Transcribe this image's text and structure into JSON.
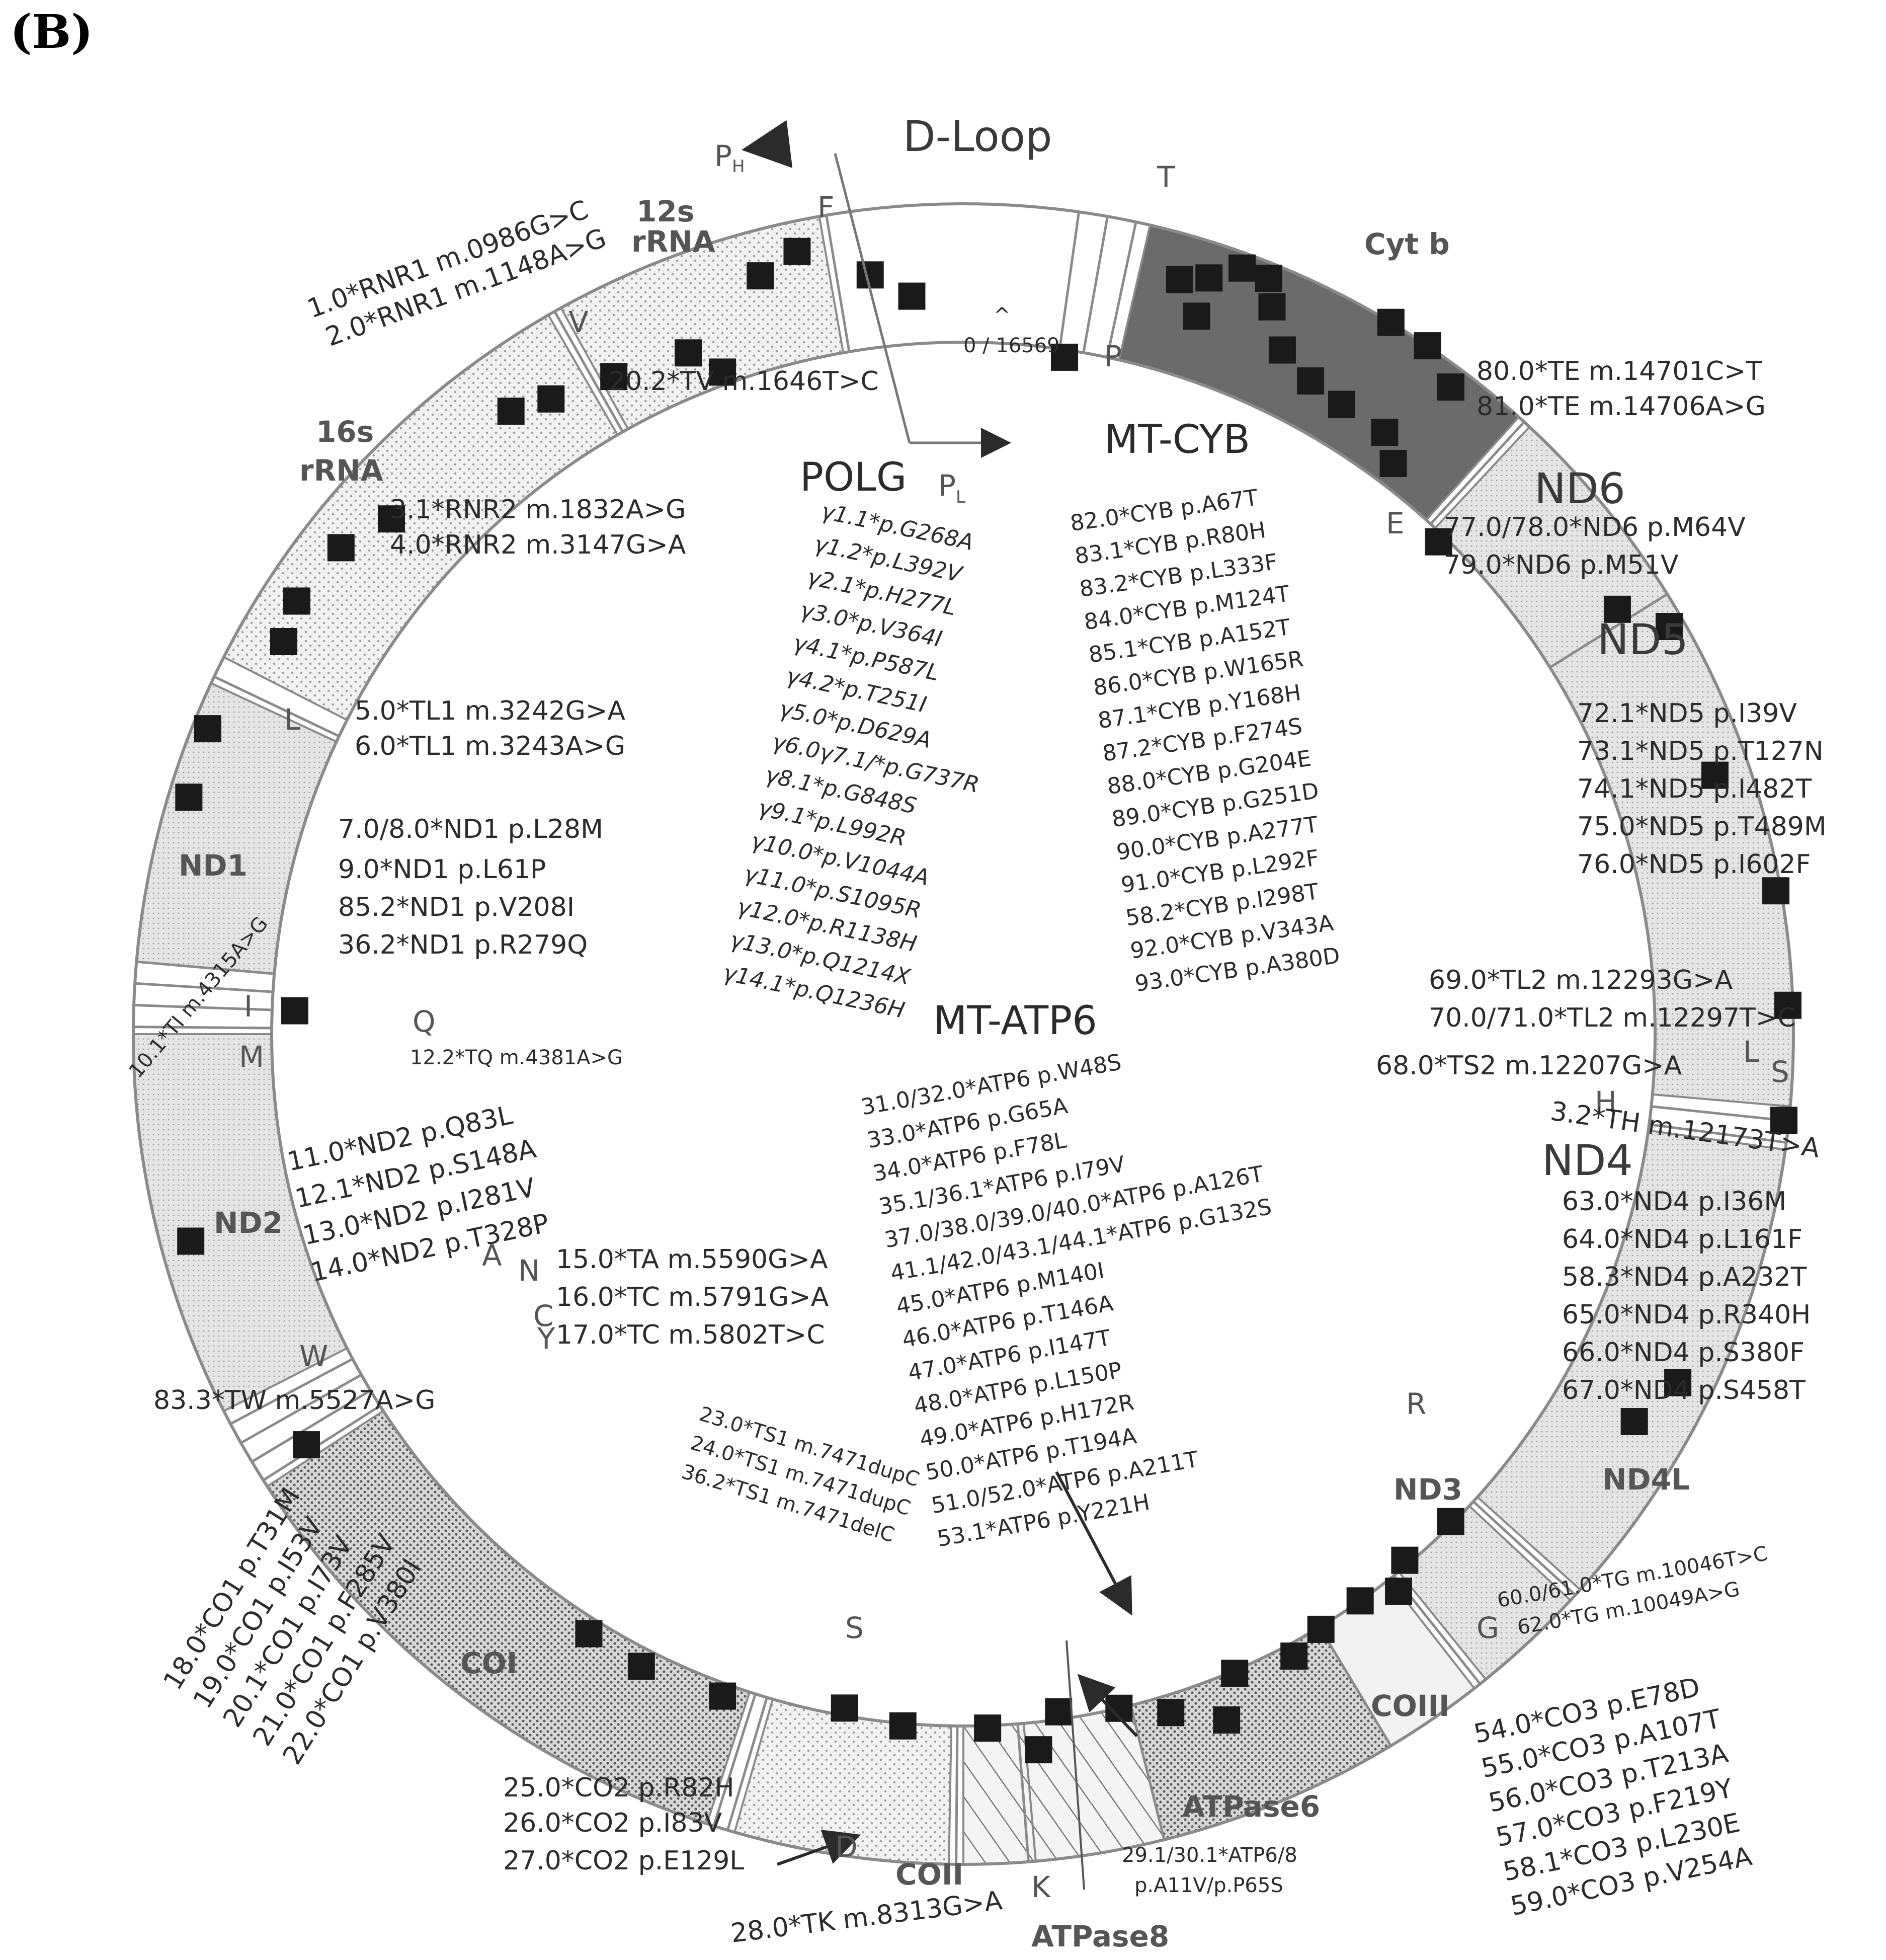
{
  "panel_label": "(B)",
  "regions": {
    "d_loop": "D-Loop",
    "rrna12_a": "12s",
    "rrna12_b": "rRNA",
    "rrna16_a": "16s",
    "rrna16_b": "rRNA",
    "nd1": "ND1",
    "nd2": "ND2",
    "coi": "COI",
    "coii": "COII",
    "atpase8": "ATPase8",
    "atpase6": "ATPase6",
    "coiii": "COIII",
    "nd3": "ND3",
    "nd4l": "ND4L",
    "nd4": "ND4",
    "nd5": "ND5",
    "nd6": "ND6",
    "cytb": "Cyt b"
  },
  "trna_letters": {
    "F": "F",
    "V": "V",
    "L1": "L",
    "I": "I",
    "Q": "Q",
    "M": "M",
    "W": "W",
    "A": "A",
    "N": "N",
    "C": "C",
    "Y": "Y",
    "S1": "S",
    "D": "D",
    "K": "K",
    "G": "G",
    "R": "R",
    "H": "H",
    "S2": "S",
    "L2": "L",
    "E": "E",
    "T": "T",
    "P": "P"
  },
  "origin": {
    "ph": "P",
    "ph_sub": "H",
    "pl": "P",
    "pl_sub": "L",
    "coord": "0 / 16569",
    "caret": "^"
  },
  "outer_annotations": {
    "rnr1": [
      "1.0*RNR1 m.0986G>C",
      "2.0*RNR1 m.1148A>G"
    ],
    "tv": "20.2*TV m.1646T>C",
    "rnr2": [
      "3.1*RNR2 m.1832A>G",
      "4.0*RNR2 m.3147G>A"
    ],
    "tl1": [
      "5.0*TL1 m.3242G>A",
      "6.0*TL1 m.3243A>G"
    ],
    "nd1": [
      "7.0/8.0*ND1 p.L28M",
      "9.0*ND1 p.L61P",
      "85.2*ND1 p.V208I",
      "36.2*ND1 p.R279Q"
    ],
    "ti": "10.1*TI m.4315A>G",
    "tq": "12.2*TQ m.4381A>G",
    "nd2": [
      "11.0*ND2 p.Q83L",
      "12.1*ND2 p.S148A",
      "13.0*ND2 p.I281V",
      "14.0*ND2 p.T328P"
    ],
    "ta_tc": [
      "15.0*TA m.5590G>A",
      "16.0*TC m.5791G>A",
      "17.0*TC m.5802T>C"
    ],
    "tw": "83.3*TW m.5527A>G",
    "co1": [
      "18.0*CO1 p.T31M",
      "19.0*CO1 p.I53V",
      "20.1*CO1 p.I73V",
      "21.0*CO1 p.F285V",
      "22.0*CO1 p.V380I"
    ],
    "ts1": [
      "23.0*TS1 m.7471dupC",
      "24.0*TS1 m.7471dupC",
      "36.2*TS1 m.7471delC"
    ],
    "co2": [
      "25.0*CO2 p.R82H",
      "26.0*CO2 p.I83V",
      "27.0*CO2 p.E129L"
    ],
    "tk": "28.0*TK m.8313G>A",
    "atp68": [
      "29.1/30.1*ATP6/8",
      "p.A11V/p.P65S"
    ],
    "tg": [
      "60.0/61.0*TG m.10046T>C",
      "62.0*TG m.10049A>G"
    ],
    "co3": [
      "54.0*CO3 p.E78D",
      "55.0*CO3 p.A107T",
      "56.0*CO3 p.T213A",
      "57.0*CO3 p.F219Y",
      "58.1*CO3 p.L230E",
      "59.0*CO3 p.V254A"
    ],
    "nd4": [
      "63.0*ND4 p.I36M",
      "64.0*ND4 p.L161F",
      "58.3*ND4 p.A232T",
      "65.0*ND4 p.R340H",
      "66.0*ND4 p.S380F",
      "67.0*ND4 p.S458T"
    ],
    "th": "3.2*TH m.12173T>A",
    "ts2": "68.0*TS2 m.12207G>A",
    "tl2": [
      "69.0*TL2 m.12293G>A",
      "70.0/71.0*TL2 m.12297T>C"
    ],
    "nd5": [
      "72.1*ND5 p.I39V",
      "73.1*ND5 p.T127N",
      "74.1*ND5 p.I482T",
      "75.0*ND5 p.T489M",
      "76.0*ND5 p.I602F"
    ],
    "nd6": [
      "77.0/78.0*ND6 p.M64V",
      "79.0*ND6 p.M51V"
    ],
    "te": [
      "80.0*TE m.14701C>T",
      "81.0*TE m.14706A>G"
    ]
  },
  "polg": {
    "title": "POLG",
    "items": [
      "γ1.1*p.G268A",
      "γ1.2*p.L392V",
      "γ2.1*p.H277L",
      "γ3.0*p.V364I",
      "γ4.1*p.P587L",
      "γ4.2*p.T251I",
      "γ5.0*p.D629A",
      "γ6.0γ7.1/*p.G737R",
      "γ8.1*p.G848S",
      "γ9.1*p.L992R",
      "γ10.0*p.V1044A",
      "γ11.0*p.S1095R",
      "γ12.0*p.R1138H",
      "γ13.0*p.Q1214X",
      "γ14.1*p.Q1236H"
    ]
  },
  "mt_cyb": {
    "title": "MT-CYB",
    "items": [
      "82.0*CYB p.A67T",
      "83.1*CYB p.R80H",
      "83.2*CYB p.L333F",
      "84.0*CYB p.M124T",
      "85.1*CYB p.A152T",
      "86.0*CYB p.W165R",
      "87.1*CYB p.Y168H",
      "87.2*CYB p.F274S",
      "88.0*CYB p.G204E",
      "89.0*CYB p.G251D",
      "90.0*CYB p.A277T",
      "91.0*CYB p.L292F",
      "58.2*CYB p.I298T",
      "92.0*CYB p.V343A",
      "93.0*CYB p.A380D"
    ]
  },
  "mt_atp6": {
    "title": "MT-ATP6",
    "items": [
      "31.0/32.0*ATP6 p.W48S",
      "33.0*ATP6 p.G65A",
      "34.0*ATP6 p.F78L",
      "35.1/36.1*ATP6 p.I79V",
      "37.0/38.0/39.0/40.0*ATP6 p.A126T",
      "41.1/42.0/43.1/44.1*ATP6 p.G132S",
      "45.0*ATP6 p.M140I",
      "46.0*ATP6 p.T146A",
      "47.0*ATP6 p.I147T",
      "48.0*ATP6 p.L150P",
      "49.0*ATP6 p.H172R",
      "50.0*ATP6 p.T194A",
      "51.0/52.0*ATP6 p.A211T",
      "53.1*ATP6 p.Y221H"
    ]
  },
  "colors": {
    "ring_stroke": "#8a8a8a",
    "cytb_fill": "#6b6b6b",
    "gene_fill": "#ececec",
    "marker": "#1a1a1a"
  }
}
